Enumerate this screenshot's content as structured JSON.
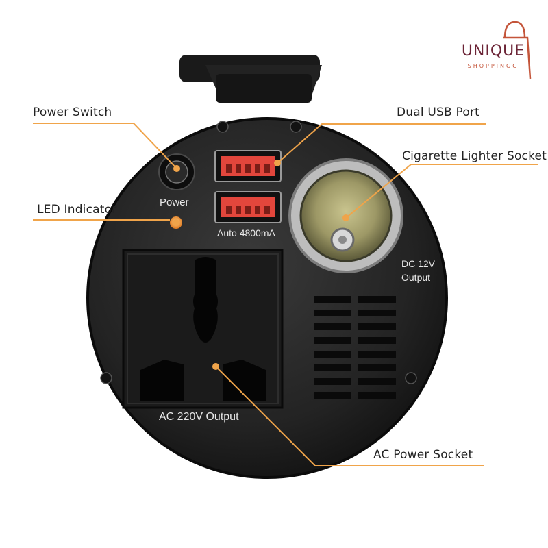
{
  "brand": {
    "name": "UNIQUE",
    "tagline": "SHOPPINGG",
    "colors": {
      "primary": "#6b2436",
      "accent": "#c4553a"
    }
  },
  "callouts": {
    "power_switch": "Power Switch",
    "led_indicator": "LED Indicator",
    "dual_usb_port": "Dual USB Port",
    "cigarette_lighter_socket": "Cigarette Lighter Socket",
    "ac_power_socket": "AC Power Socket"
  },
  "device_labels": {
    "power": "Power",
    "usb_output": "Auto 4800mA",
    "dc_line1": "DC 12V",
    "dc_line2": "Output",
    "ac_output": "AC 220V Output"
  },
  "colors": {
    "leader_line": "#f0a44a",
    "device_body": "#1c1c1c",
    "usb_port": "#e2463c",
    "led": "#f2a23a"
  }
}
